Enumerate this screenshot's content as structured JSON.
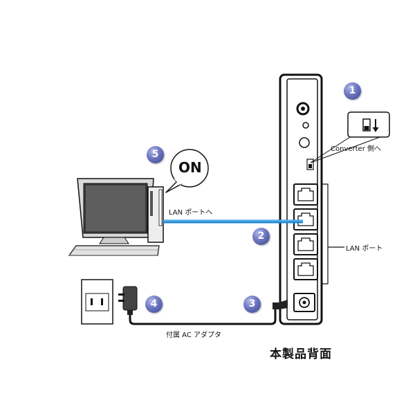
{
  "steps": [
    "1",
    "2",
    "3",
    "4",
    "5"
  ],
  "labels": {
    "switch_note": "Converter 側へ",
    "pc_lan": "LAN ポートへ",
    "router_lan": "LAN ポート",
    "adapter": "付属 AC アダプタ",
    "back_panel_title": "本製品背面",
    "power_on": "ON"
  },
  "colors": {
    "lan_cable": "#1e88d6",
    "step_badge": "#5a63b3"
  }
}
